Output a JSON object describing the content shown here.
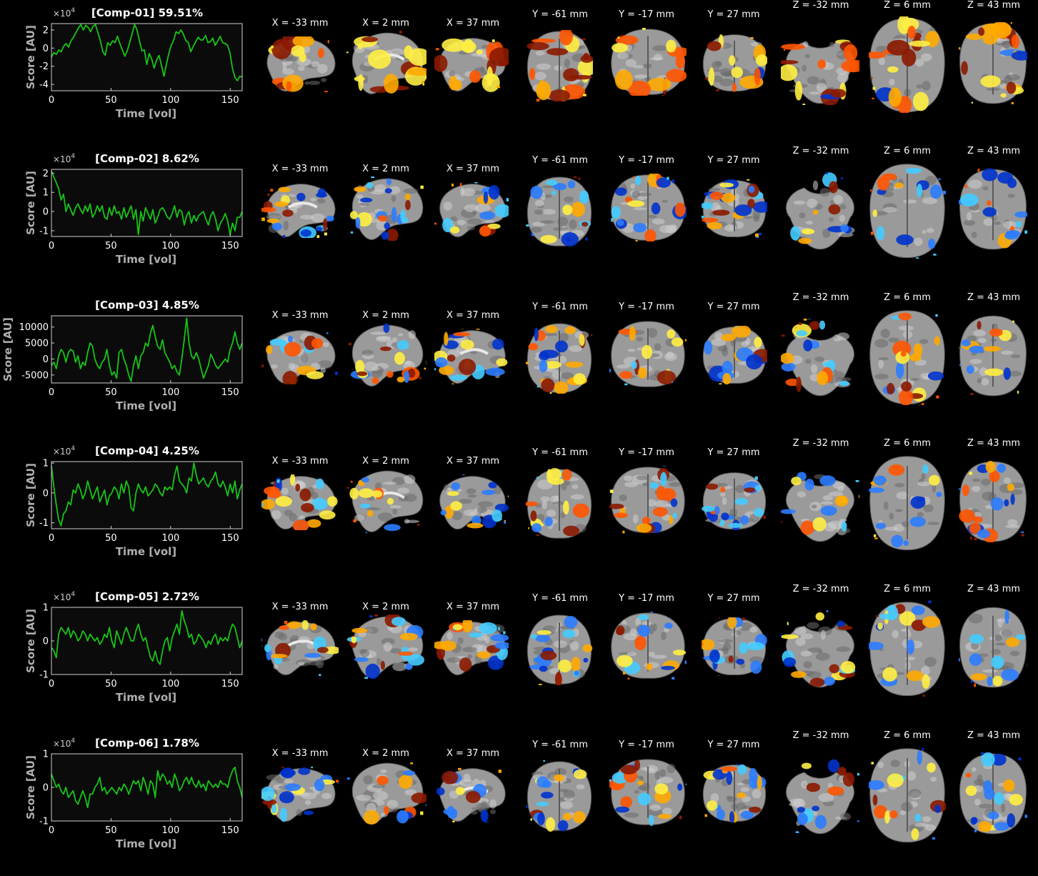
{
  "colors": {
    "background": "#000000",
    "axes_bg": "#0b0b0b",
    "axes_edge": "#d0d0d0",
    "trace": "#17c417",
    "label": "#b0b0b0",
    "hot": [
      "#8b1a00",
      "#ff5500",
      "#ffaa00",
      "#ffee44"
    ],
    "cold": [
      "#0033cc",
      "#2b7cff",
      "#44ccff"
    ]
  },
  "slice_labels": [
    "X = -33 mm",
    "X = 2 mm",
    "X = 37 mm",
    "Y = -61 mm",
    "Y = -17 mm",
    "Y = 27 mm",
    "Z = -32 mm",
    "Z = 6 mm",
    "Z = 43 mm"
  ],
  "slice_icons": [
    "sagittal-slice",
    "sagittal-slice",
    "sagittal-slice",
    "coronal-slice",
    "coronal-slice",
    "coronal-slice",
    "axial-slice",
    "axial-slice",
    "axial-slice"
  ],
  "chart_data": [
    {
      "type": "line",
      "title": "[Comp-01] 59.51%",
      "xlabel": "Time [vol]",
      "ylabel": "Score [AU]",
      "multiplier": "×10",
      "multiplier_exp": "4",
      "xlim": [
        0,
        160
      ],
      "ylim": [
        -4.7,
        2.7
      ],
      "xticks": [
        0,
        50,
        100,
        150
      ],
      "xtick_labels": [
        "0",
        "50",
        "100",
        "150"
      ],
      "yticks": [
        2,
        0,
        -2,
        -4
      ],
      "ytick_labels": [
        "2",
        "0",
        "-2",
        "-4"
      ],
      "y": [
        -1,
        -0.5,
        -0.7,
        -0.2,
        -0.4,
        0.2,
        0.5,
        0.1,
        0.8,
        1.2,
        1.7,
        2.2,
        2.6,
        2.0,
        2.5,
        2.3,
        1.8,
        2.4,
        2.6,
        1.7,
        0.8,
        -0.4,
        -0.8,
        0.6,
        0.3,
        0.8,
        0.6,
        1.3,
        0.5,
        -0.2,
        -0.9,
        -0.3,
        0.6,
        1.6,
        2.6,
        2.0,
        0.8,
        -0.3,
        -0.2,
        -1.8,
        -0.6,
        -1.2,
        -2.2,
        -1.3,
        -0.8,
        -1.9,
        -3.1,
        -1.8,
        -0.6,
        0.3,
        0.9,
        1.8,
        1.6,
        2.0,
        1.5,
        0.8,
        0.6,
        -0.4,
        0.2,
        0.7,
        1.2,
        0.9,
        0.9,
        1.4,
        0.6,
        0.7,
        1.1,
        0.3,
        0.8,
        1.3,
        0.6,
        0.5,
        0.3,
        -0.5,
        -2.2,
        -3.2,
        -3.6,
        -3.1,
        -3.2
      ]
    },
    {
      "type": "line",
      "title": "[Comp-02] 8.62%",
      "xlabel": "Time [vol]",
      "ylabel": "Score [AU]",
      "multiplier": "×10",
      "multiplier_exp": "4",
      "xlim": [
        0,
        160
      ],
      "ylim": [
        -1.3,
        2.2
      ],
      "xticks": [
        0,
        50,
        100,
        150
      ],
      "xtick_labels": [
        "0",
        "50",
        "100",
        "150"
      ],
      "yticks": [
        2,
        1,
        0,
        -1
      ],
      "ytick_labels": [
        "2",
        "1",
        "0",
        "-1"
      ],
      "y": [
        2.1,
        1.8,
        1.5,
        1.2,
        0.6,
        0.9,
        0.0,
        0.4,
        0.1,
        -0.2,
        0.2,
        0.4,
        0.1,
        -0.1,
        0.3,
        0.0,
        0.4,
        -0.3,
        -0.1,
        0.3,
        0.0,
        0.3,
        -0.3,
        -0.4,
        0.2,
        -0.2,
        0.3,
        -0.1,
        0.0,
        -0.4,
        0.2,
        -0.3,
        0.0,
        0.3,
        -0.4,
        0.1,
        -1.2,
        0.0,
        -0.5,
        0.2,
        -0.1,
        -0.4,
        0.1,
        -0.6,
        -0.3,
        0.1,
        0.2,
        0.0,
        -0.3,
        -0.4,
        -0.1,
        0.3,
        -0.3,
        0.1,
        0.0,
        -0.7,
        -0.2,
        0.0,
        -0.6,
        -0.2,
        -0.5,
        -0.2,
        -0.1,
        0.0,
        -0.4,
        -0.7,
        -0.2,
        0.0,
        -0.4,
        -1.0,
        -0.6,
        -0.4,
        -0.1,
        -0.5,
        -1.2,
        -0.6,
        -1.0,
        -0.3,
        -0.3,
        0.0
      ]
    },
    {
      "type": "line",
      "title": "[Comp-03] 4.85%",
      "xlabel": "Time [vol]",
      "ylabel": "Score [AU]",
      "multiplier": "",
      "multiplier_exp": "",
      "xlim": [
        0,
        160
      ],
      "ylim": [
        -7500,
        13500
      ],
      "xticks": [
        0,
        50,
        100,
        150
      ],
      "xtick_labels": [
        "0",
        "50",
        "100",
        "150"
      ],
      "yticks": [
        10000,
        5000,
        0,
        -5000
      ],
      "ytick_labels": [
        "10000",
        "5000",
        "0",
        "-5000"
      ],
      "y": [
        -2000,
        -1000,
        -3000,
        1000,
        3000,
        2000,
        -1000,
        2000,
        3000,
        2500,
        -1000,
        1000,
        -3000,
        -1000,
        -2000,
        2000,
        5000,
        4000,
        0,
        -2000,
        -3000,
        -1000,
        0,
        3000,
        -2000,
        -5000,
        -4000,
        -6000,
        2000,
        3000,
        0,
        -2000,
        -5000,
        -7000,
        -2000,
        1000,
        -3000,
        1000,
        2000,
        5000,
        4000,
        8000,
        10500,
        7000,
        4000,
        3000,
        6000,
        2000,
        500,
        -1000,
        -3000,
        -2000,
        -4000,
        -5000,
        0,
        6000,
        12800,
        5000,
        1000,
        0,
        2000,
        0,
        -3000,
        -6000,
        -4000,
        -2000,
        1500,
        0,
        -2000,
        -3000,
        -2000,
        -1000,
        0,
        -1000,
        3000,
        5000,
        8500,
        5000,
        3000,
        5000
      ]
    },
    {
      "type": "line",
      "title": "[Comp-04] 4.25%",
      "xlabel": "Time [vol]",
      "ylabel": "Score [AU]",
      "multiplier": "×10",
      "multiplier_exp": "4",
      "xlim": [
        0,
        160
      ],
      "ylim": [
        -1.2,
        1.05
      ],
      "xticks": [
        0,
        50,
        100,
        150
      ],
      "xtick_labels": [
        "0",
        "50",
        "100",
        "150"
      ],
      "yticks": [
        1,
        0,
        -1
      ],
      "ytick_labels": [
        "1",
        "0",
        "-1"
      ],
      "y": [
        0.9,
        0.2,
        -0.4,
        -0.9,
        -1.1,
        -0.7,
        -0.6,
        -0.3,
        -0.4,
        0.1,
        0.0,
        0.3,
        0.1,
        -0.2,
        0.0,
        0.4,
        0.1,
        -0.2,
        0.0,
        0.2,
        -0.3,
        -0.1,
        0.1,
        -0.4,
        -0.1,
        0.0,
        0.2,
        0.1,
        -0.2,
        0.3,
        0.0,
        0.4,
        0.2,
        -0.5,
        -0.6,
        0.0,
        0.3,
        0.1,
        0.0,
        0.2,
        -0.1,
        0.0,
        0.1,
        0.3,
        0.2,
        0.0,
        -0.1,
        0.2,
        0.1,
        0.2,
        0.1,
        0.6,
        0.9,
        0.4,
        0.3,
        0.2,
        0.0,
        0.5,
        0.4,
        1.0,
        0.6,
        0.3,
        0.4,
        0.5,
        0.3,
        0.2,
        0.4,
        0.5,
        0.7,
        0.3,
        0.2,
        0.4,
        0.2,
        -0.1,
        0.3,
        0.0,
        0.4,
        -0.2,
        0.1,
        0.3
      ]
    },
    {
      "type": "line",
      "title": "[Comp-05] 2.72%",
      "xlabel": "Time [vol]",
      "ylabel": "Score [AU]",
      "multiplier": "×10",
      "multiplier_exp": "4",
      "xlim": [
        0,
        160
      ],
      "ylim": [
        -1,
        1
      ],
      "xticks": [
        0,
        50,
        100,
        150
      ],
      "xtick_labels": [
        "0",
        "50",
        "100",
        "150"
      ],
      "yticks": [
        1,
        0,
        -1
      ],
      "ytick_labels": [
        "1",
        "0",
        "-1"
      ],
      "y": [
        -0.2,
        -0.3,
        -0.5,
        0.2,
        0.4,
        0.3,
        0.2,
        0.4,
        0.1,
        0.3,
        0.2,
        0.0,
        0.1,
        0.3,
        0.2,
        0.0,
        0.2,
        0.1,
        0.0,
        0.1,
        -0.1,
        0.0,
        0.2,
        0.1,
        0.4,
        0.0,
        -0.2,
        0.3,
        0.1,
        -0.1,
        0.2,
        0.4,
        0.2,
        0.0,
        0.0,
        0.3,
        0.5,
        0.2,
        0.0,
        0.1,
        -0.2,
        -0.5,
        -0.6,
        -0.3,
        -0.6,
        -0.7,
        -0.3,
        0.0,
        0.1,
        -0.3,
        0.1,
        0.3,
        0.5,
        0.2,
        0.9,
        0.6,
        0.4,
        0.1,
        0.2,
        -0.1,
        0.0,
        0.2,
        0.1,
        0.0,
        -0.2,
        0.0,
        -0.1,
        0.1,
        0.2,
        -0.1,
        0.1,
        0.0,
        0.1,
        0.0,
        0.3,
        0.5,
        0.4,
        0.1,
        -0.2,
        0.0
      ]
    },
    {
      "type": "line",
      "title": "[Comp-06] 1.78%",
      "xlabel": "Time [vol]",
      "ylabel": "Score [AU]",
      "multiplier": "×10",
      "multiplier_exp": "4",
      "xlim": [
        0,
        160
      ],
      "ylim": [
        -1,
        1
      ],
      "xticks": [
        0,
        50,
        100,
        150
      ],
      "xtick_labels": [
        "0",
        "50",
        "100",
        "150"
      ],
      "yticks": [
        1,
        0,
        -1
      ],
      "ytick_labels": [
        "1",
        "0",
        "-1"
      ],
      "y": [
        0.4,
        0.2,
        0.0,
        0.1,
        -0.1,
        -0.2,
        0.0,
        -0.3,
        -0.2,
        -0.1,
        -0.4,
        -0.5,
        -0.3,
        -0.1,
        -0.3,
        -0.6,
        -0.2,
        -0.2,
        0.0,
        0.1,
        0.3,
        -0.1,
        0.0,
        -0.2,
        -0.1,
        0.0,
        -0.1,
        -0.2,
        0.0,
        -0.1,
        0.1,
        0.0,
        -0.2,
        0.0,
        0.2,
        0.1,
        0.2,
        -0.1,
        0.3,
        0.1,
        -0.2,
        0.2,
        0.1,
        -0.3,
        0.5,
        0.2,
        0.4,
        0.3,
        0.1,
        0.2,
        0.0,
        0.4,
        0.2,
        -0.1,
        0.0,
        0.2,
        0.3,
        0.1,
        0.3,
        0.1,
        0.0,
        0.2,
        0.0,
        0.1,
        -0.1,
        0.2,
        0.1,
        0.0,
        0.1,
        0.0,
        0.2,
        0.1,
        0.1,
        0.0,
        0.3,
        0.5,
        0.6,
        0.2,
        0.0,
        -0.3
      ]
    }
  ],
  "activation_maps": [
    {
      "coverage": "widespread-hot"
    },
    {
      "coverage": "mixed-posterior-cold"
    },
    {
      "coverage": "frontal-cold-hot"
    },
    {
      "coverage": "mixed-anterior-hot"
    },
    {
      "coverage": "mixed-lateral-hot"
    },
    {
      "coverage": "mixed-posterior-hot"
    }
  ]
}
